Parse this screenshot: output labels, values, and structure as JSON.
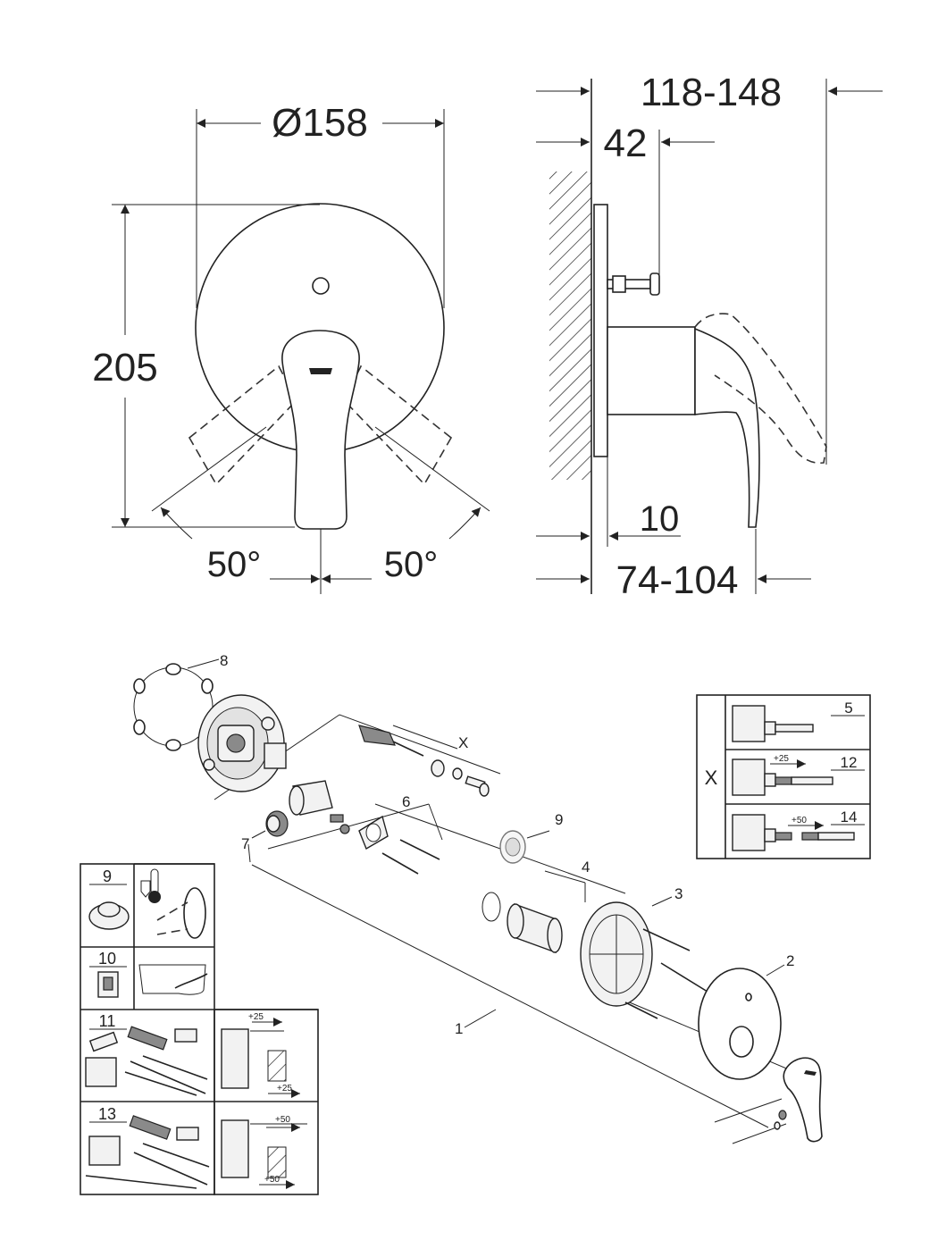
{
  "dimensions": {
    "front": {
      "diameter": "Ø158",
      "height": "205",
      "angle_left": "50°",
      "angle_right": "50°"
    },
    "side": {
      "total_depth": "118-148",
      "button_depth": "42",
      "plate_thickness": "10",
      "handle_depth": "74-104"
    }
  },
  "callouts": {
    "c1": "1",
    "c2": "2",
    "c3": "3",
    "c4": "4",
    "c5": "5",
    "c6": "6",
    "c7": "7",
    "c8": "8",
    "c9": "9",
    "cx": "X"
  },
  "inset_x": {
    "label": "X",
    "rows": [
      {
        "part": "5",
        "extension": ""
      },
      {
        "part": "12",
        "extension": "+25"
      },
      {
        "part": "14",
        "extension": "+50"
      }
    ]
  },
  "inset_accessories": {
    "rows": [
      {
        "part": "9"
      },
      {
        "part": "10"
      },
      {
        "part": "11",
        "ext_top": "+25",
        "ext_bottom": "+25"
      },
      {
        "part": "13",
        "ext_top": "+50",
        "ext_bottom": "+50"
      }
    ]
  }
}
